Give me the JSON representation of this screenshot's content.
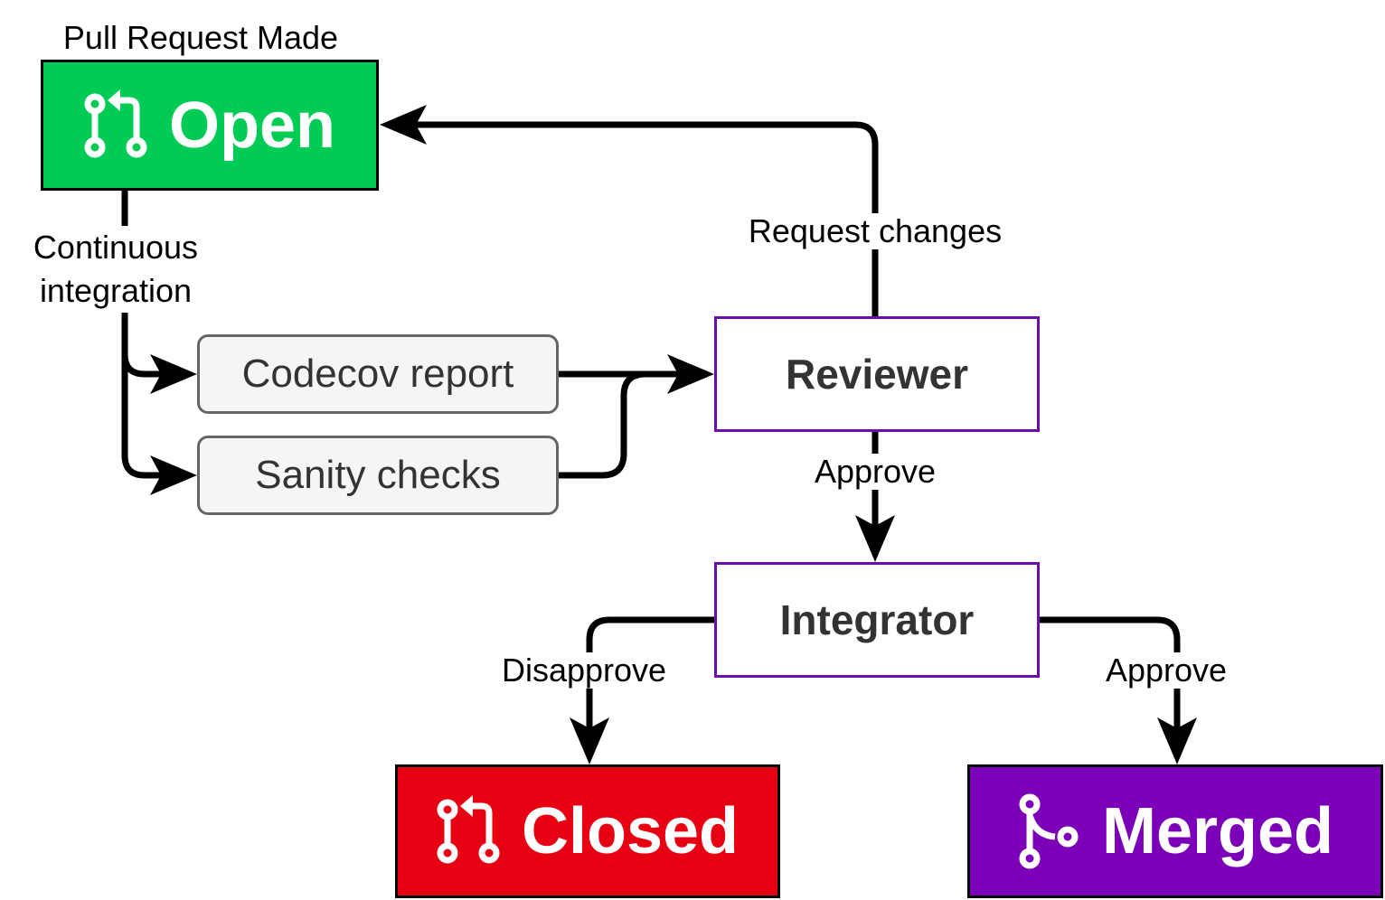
{
  "states": {
    "open": {
      "label": "Open",
      "color": "#00cc55",
      "icon": "git-pull-request-icon"
    },
    "closed": {
      "label": "Closed",
      "color": "#e60012",
      "icon": "git-pull-request-icon"
    },
    "merged": {
      "label": "Merged",
      "color": "#7b00b8",
      "icon": "git-merge-icon"
    }
  },
  "caption_open": "Pull Request Made",
  "ci_checks": [
    "Codecov report",
    "Sanity checks"
  ],
  "actors": {
    "reviewer": "Reviewer",
    "integrator": "Integrator"
  },
  "edges": {
    "ci": [
      "Continuous",
      "integration"
    ],
    "request_changes": "Request changes",
    "reviewer_approve": "Approve",
    "disapprove": "Disapprove",
    "integrator_approve": "Approve"
  }
}
